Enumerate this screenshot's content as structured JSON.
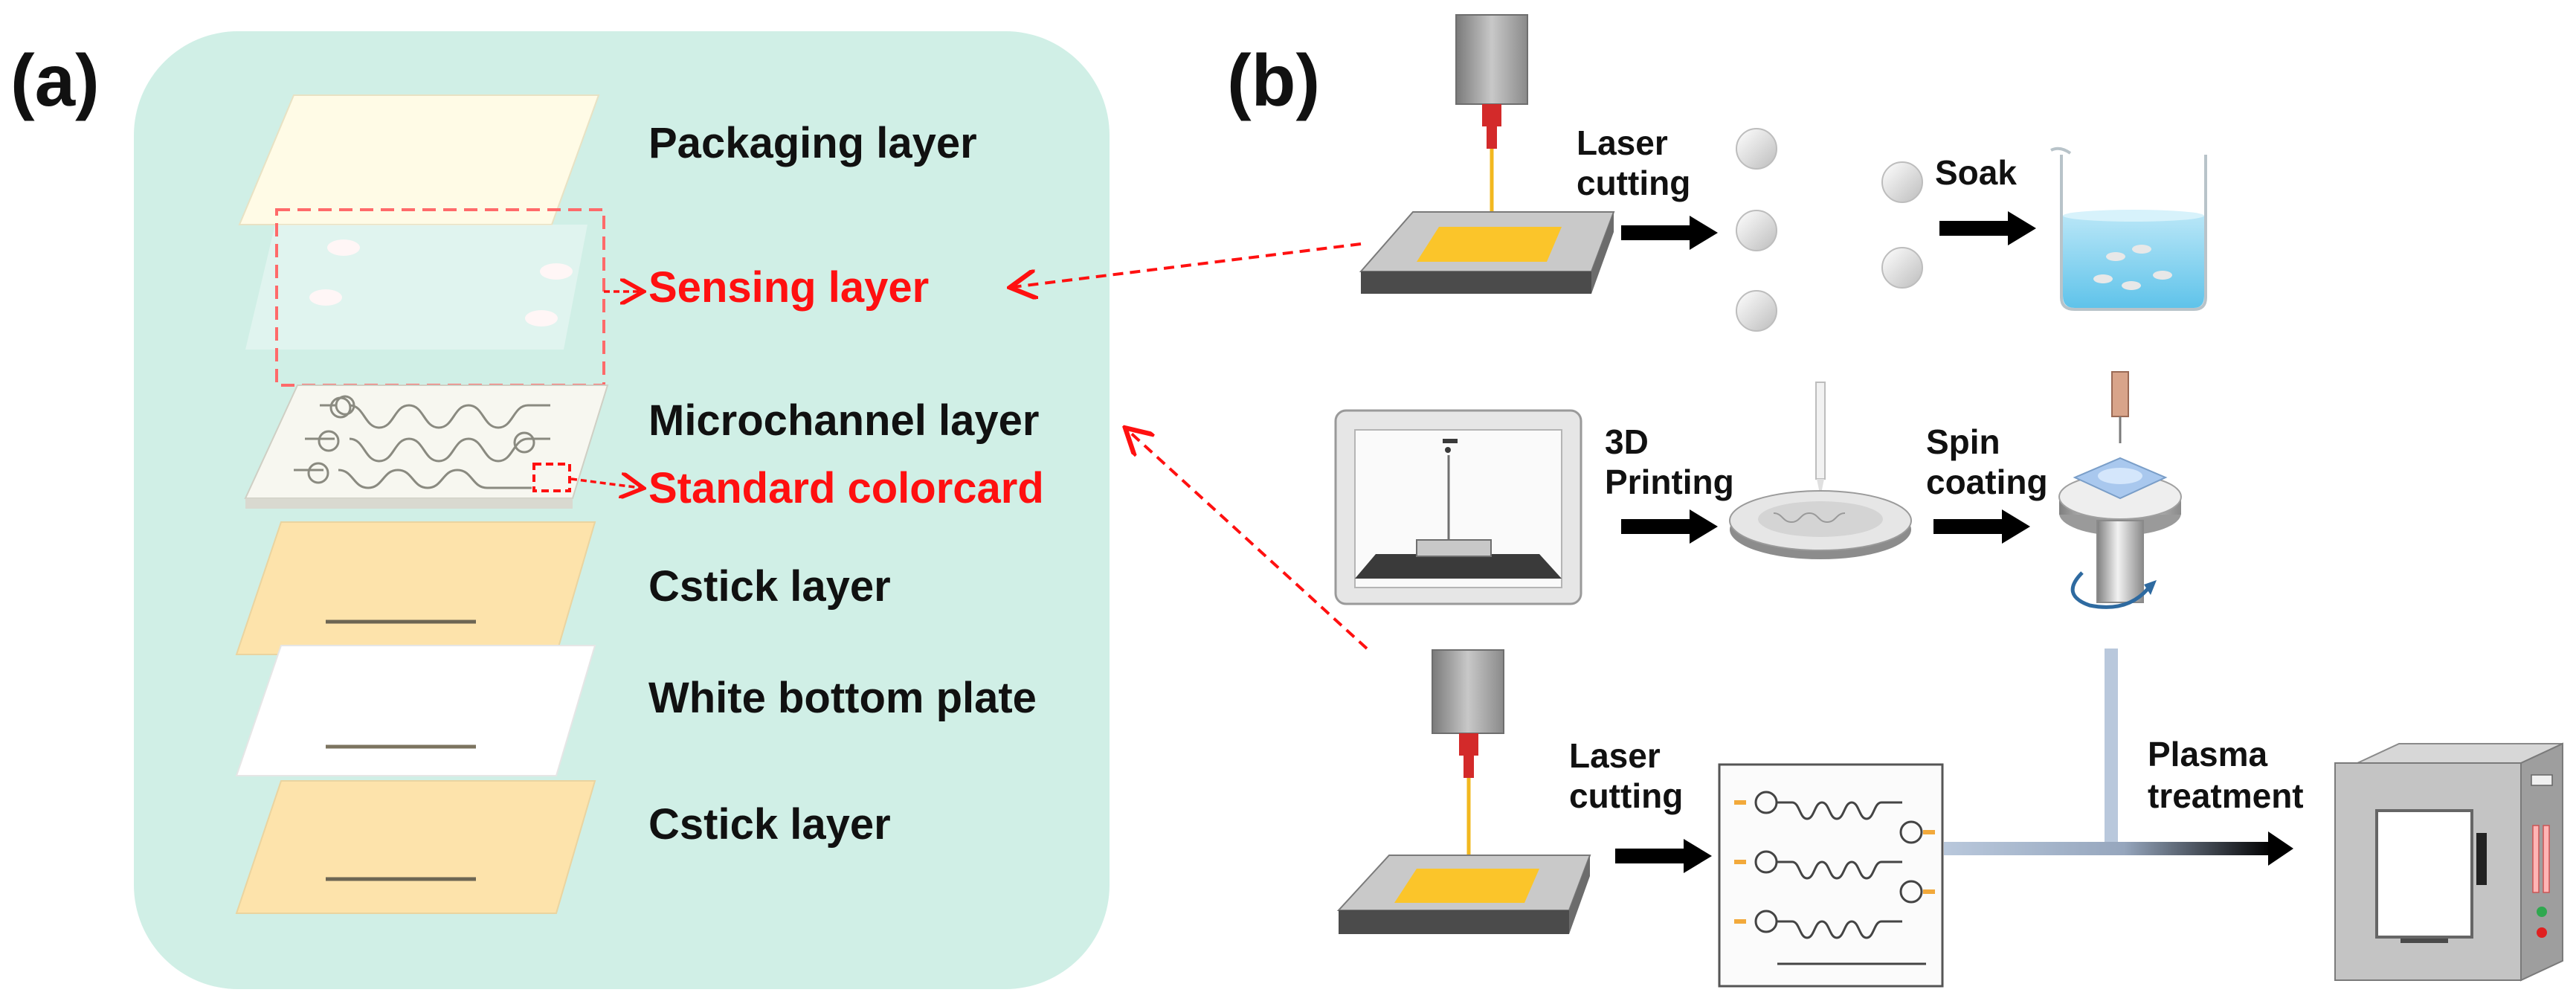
{
  "panel_a": {
    "tag": "(a)",
    "layers": [
      {
        "label": "Packaging layer",
        "highlight": false
      },
      {
        "label": "Sensing layer",
        "highlight": true
      },
      {
        "label": "Microchannel layer",
        "highlight": false
      },
      {
        "label": "Standard colorcard",
        "highlight": true
      },
      {
        "label": "Cstick layer",
        "highlight": false
      },
      {
        "label": "White bottom plate",
        "highlight": false
      },
      {
        "label": "Cstick layer",
        "highlight": false
      }
    ]
  },
  "panel_b": {
    "tag": "(b)",
    "steps": {
      "laser_cutting_1": [
        "Laser",
        "cutting"
      ],
      "soak": "Soak",
      "printing": [
        "3D",
        "Printing"
      ],
      "spin_coating": [
        "Spin",
        "coating"
      ],
      "laser_cutting_2": [
        "Laser",
        "cutting"
      ],
      "plasma": [
        "Plasma",
        "treatment"
      ]
    }
  },
  "colors": {
    "panel_bg": "#d0efe6",
    "highlight_text": "#ff1010",
    "packaging_layer": "#fffbe6",
    "cstick_layer": "#fde3ab",
    "laser_sheet": "#fbc52a"
  }
}
